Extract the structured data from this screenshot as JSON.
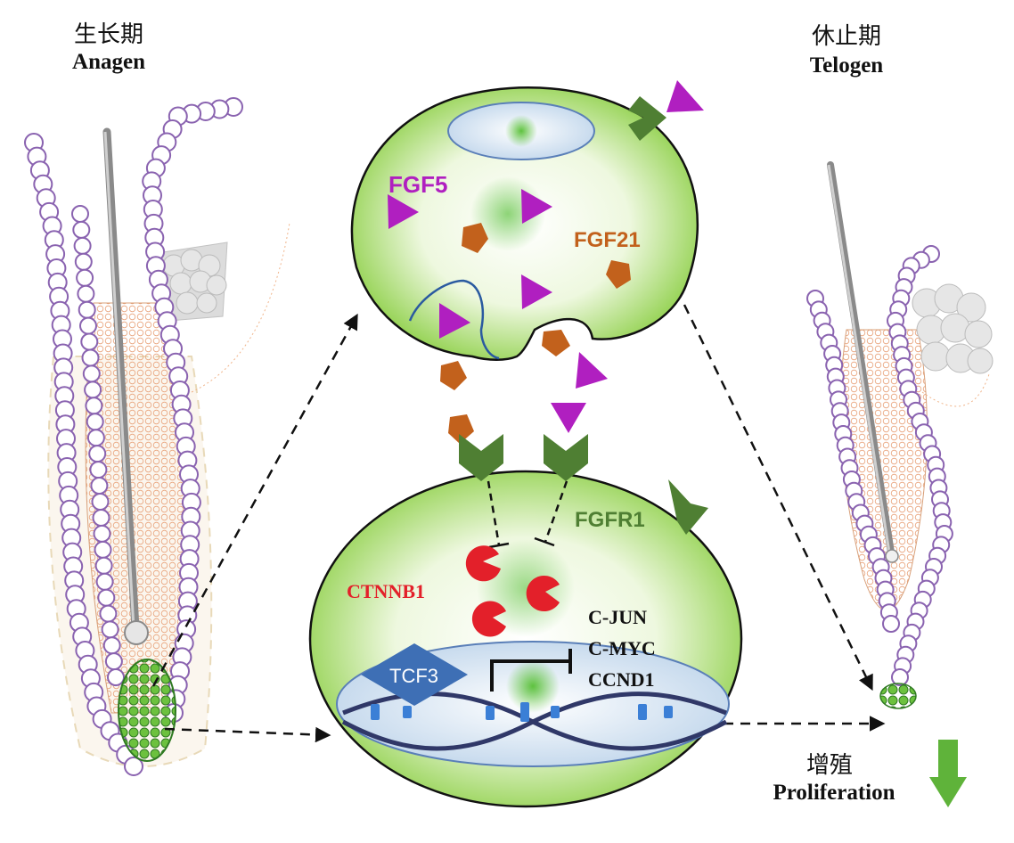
{
  "phases": {
    "anagen": {
      "zh": "生长期",
      "en": "Anagen"
    },
    "telogen": {
      "zh": "休止期",
      "en": "Telogen"
    }
  },
  "proliferation": {
    "zh": "增殖",
    "en": "Proliferation"
  },
  "molecules": {
    "fgf5": "FGF5",
    "fgf21": "FGF21",
    "fgfr1": "FGFR1",
    "ctnnb1": "CTNNB1",
    "tcf3": "TCF3",
    "targets": [
      "C-JUN",
      "C-MYC",
      "CCND1"
    ]
  },
  "colors": {
    "cell_green": "#9ad44e",
    "fgf5_magenta": "#b01fc0",
    "fgf21_orange": "#c2611c",
    "fgfr1_green": "#4f7f33",
    "ctnnb1_red": "#e3202a",
    "tcf3_blue": "#3e6fb5",
    "dna_navy": "#303868",
    "nucleus_blue": "#c5d8ea",
    "follicle_purple": "#8a63b0",
    "proliferation_arrow": "#5fb33a"
  },
  "icons": [
    "downward-arrow-icon",
    "receptor-icon",
    "ligand-triangle-icon",
    "ligand-pentagon-icon",
    "pacman-icon",
    "inhibition-bar-icon"
  ]
}
